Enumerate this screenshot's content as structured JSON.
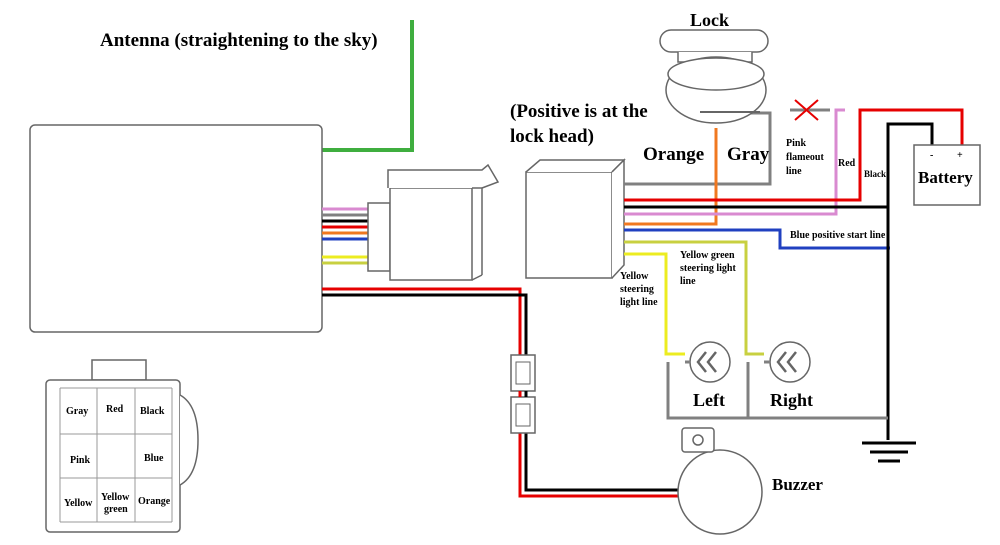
{
  "labels": {
    "antenna": "Antenna (straightening to the sky)",
    "lock": "Lock",
    "positive_line1": "(Positive is at the",
    "positive_line2": "lock head)",
    "orange": "Orange",
    "gray": "Gray",
    "pink_flameout_1": "Pink",
    "pink_flameout_2": "flameout",
    "pink_flameout_3": "line",
    "red": "Red",
    "black": "Black",
    "battery": "Battery",
    "battery_minus": "-",
    "battery_plus": "+",
    "blue_start": "Blue positive start line",
    "yellow_green_1": "Yellow green",
    "yellow_green_2": "steering light",
    "yellow_green_3": "line",
    "yellow_1": "Yellow",
    "yellow_2": "steering",
    "yellow_3": "light line",
    "left": "Left",
    "right": "Right",
    "buzzer": "Buzzer"
  },
  "connector_grid": {
    "row1": [
      "Gray",
      "Red",
      "Black"
    ],
    "row2": [
      "Pink",
      "",
      "Blue"
    ],
    "row3_left": "Yellow",
    "row3_mid_1": "Yellow",
    "row3_mid_2": "green",
    "row3_right": "Orange"
  },
  "colors": {
    "green": "#3fae3f",
    "pink": "#d98ad0",
    "gray": "#808080",
    "black": "#000000",
    "red": "#e60000",
    "orange": "#f07820",
    "yellow": "#ecec20",
    "yellow_green": "#c8d040",
    "blue": "#2040c0"
  }
}
